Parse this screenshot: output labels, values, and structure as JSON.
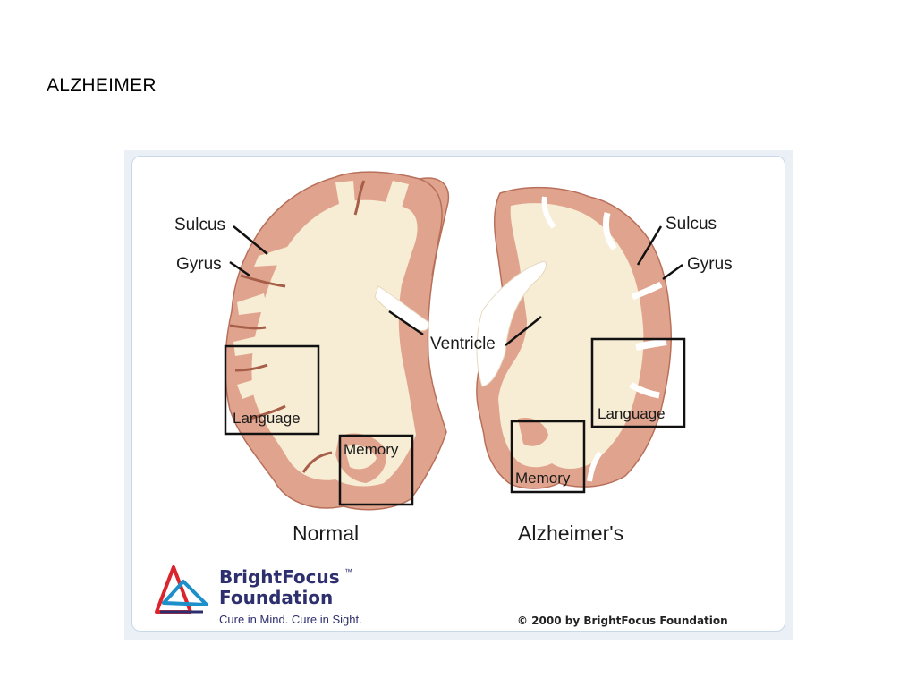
{
  "slide": {
    "title": "ALZHEIMER"
  },
  "diagram": {
    "labels": {
      "sulcus_left": "Sulcus",
      "gyrus_left": "Gyrus",
      "ventricle": "Ventricle",
      "sulcus_right": "Sulcus",
      "gyrus_right": "Gyrus",
      "language_left": "Language",
      "memory_left": "Memory",
      "language_right": "Language",
      "memory_right": "Memory"
    },
    "captions": {
      "normal": "Normal",
      "alzheimers": "Alzheimer's"
    },
    "colors": {
      "gray_matter": "#e0a48e",
      "gray_matter_dark": "#b8705a",
      "white_matter": "#f7ecd4",
      "frame": "#c9d8e8"
    }
  },
  "branding": {
    "logo_icon": "triangle-logo-icon",
    "name_line1": "BrightFocus",
    "trademark": "™",
    "name_line2": "Foundation",
    "tagline": "Cure in Mind. Cure in Sight.",
    "copyright": "© 2000 by BrightFocus Foundation",
    "colors": {
      "red": "#d9252b",
      "blue": "#1d8fc9",
      "navy": "#2e2f6e"
    }
  }
}
